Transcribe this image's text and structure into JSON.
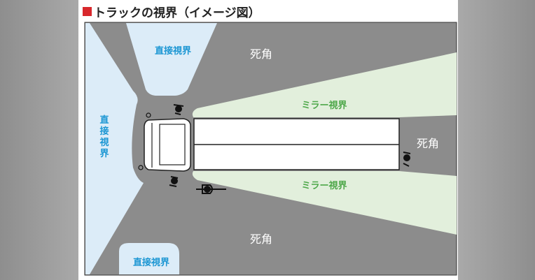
{
  "title": "トラックの視界（イメージ図）",
  "labels": {
    "direct_top": "直接視界",
    "direct_left": [
      "直",
      "接",
      "視",
      "界"
    ],
    "direct_bottom": "直接視界",
    "blind_top": "死角",
    "blind_rear": "死角",
    "blind_bottom": "死角",
    "mirror_top": "ミラー視界",
    "mirror_bottom": "ミラー視界"
  },
  "colors": {
    "blind": "#8c8c8c",
    "direct": "#dcecf8",
    "mirror": "#e2efdc",
    "direct_text": "#1b96d3",
    "mirror_text": "#4ea84a",
    "accent": "#d8282c"
  }
}
